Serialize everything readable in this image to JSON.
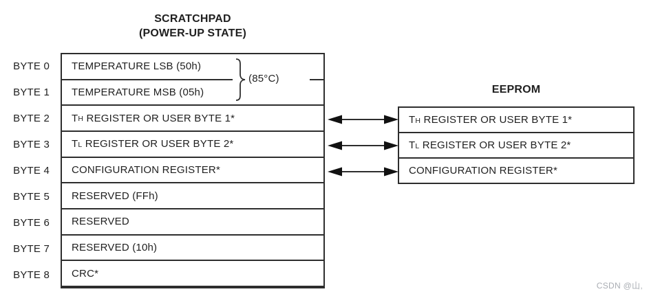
{
  "scratchpad": {
    "title_line1": "SCRATCHPAD",
    "title_line2": "(POWER-UP STATE)",
    "temp_annotation": "(85°C)",
    "rows": [
      {
        "byte": "BYTE 0",
        "t1": "TEMPERATURE LSB (50h)",
        "sub": "",
        "t2": ""
      },
      {
        "byte": "BYTE 1",
        "t1": "TEMPERATURE MSB (05h)",
        "sub": "",
        "t2": ""
      },
      {
        "byte": "BYTE 2",
        "t1": "T",
        "sub": "H",
        "t2": " REGISTER OR USER BYTE 1*"
      },
      {
        "byte": "BYTE 3",
        "t1": "T",
        "sub": "L",
        "t2": " REGISTER OR USER BYTE 2*"
      },
      {
        "byte": "BYTE 4",
        "t1": "CONFIGURATION REGISTER*",
        "sub": "",
        "t2": ""
      },
      {
        "byte": "BYTE 5",
        "t1": "RESERVED (FFh)",
        "sub": "",
        "t2": ""
      },
      {
        "byte": "BYTE 6",
        "t1": "RESERVED",
        "sub": "",
        "t2": ""
      },
      {
        "byte": "BYTE 7",
        "t1": "RESERVED (10h)",
        "sub": "",
        "t2": ""
      },
      {
        "byte": "BYTE 8",
        "t1": "CRC*",
        "sub": "",
        "t2": ""
      }
    ]
  },
  "eeprom": {
    "title": "EEPROM",
    "rows": [
      {
        "t1": "T",
        "sub": "H",
        "t2": " REGISTER OR USER BYTE 1*"
      },
      {
        "t1": "T",
        "sub": "L",
        "t2": " REGISTER OR USER BYTE 2*"
      },
      {
        "t1": "CONFIGURATION REGISTER*",
        "sub": "",
        "t2": ""
      }
    ]
  },
  "watermark": "CSDN @山,",
  "colors": {
    "line": "#2d2d2d",
    "text": "#1f1f1f",
    "watermark": "#a9adb3"
  }
}
